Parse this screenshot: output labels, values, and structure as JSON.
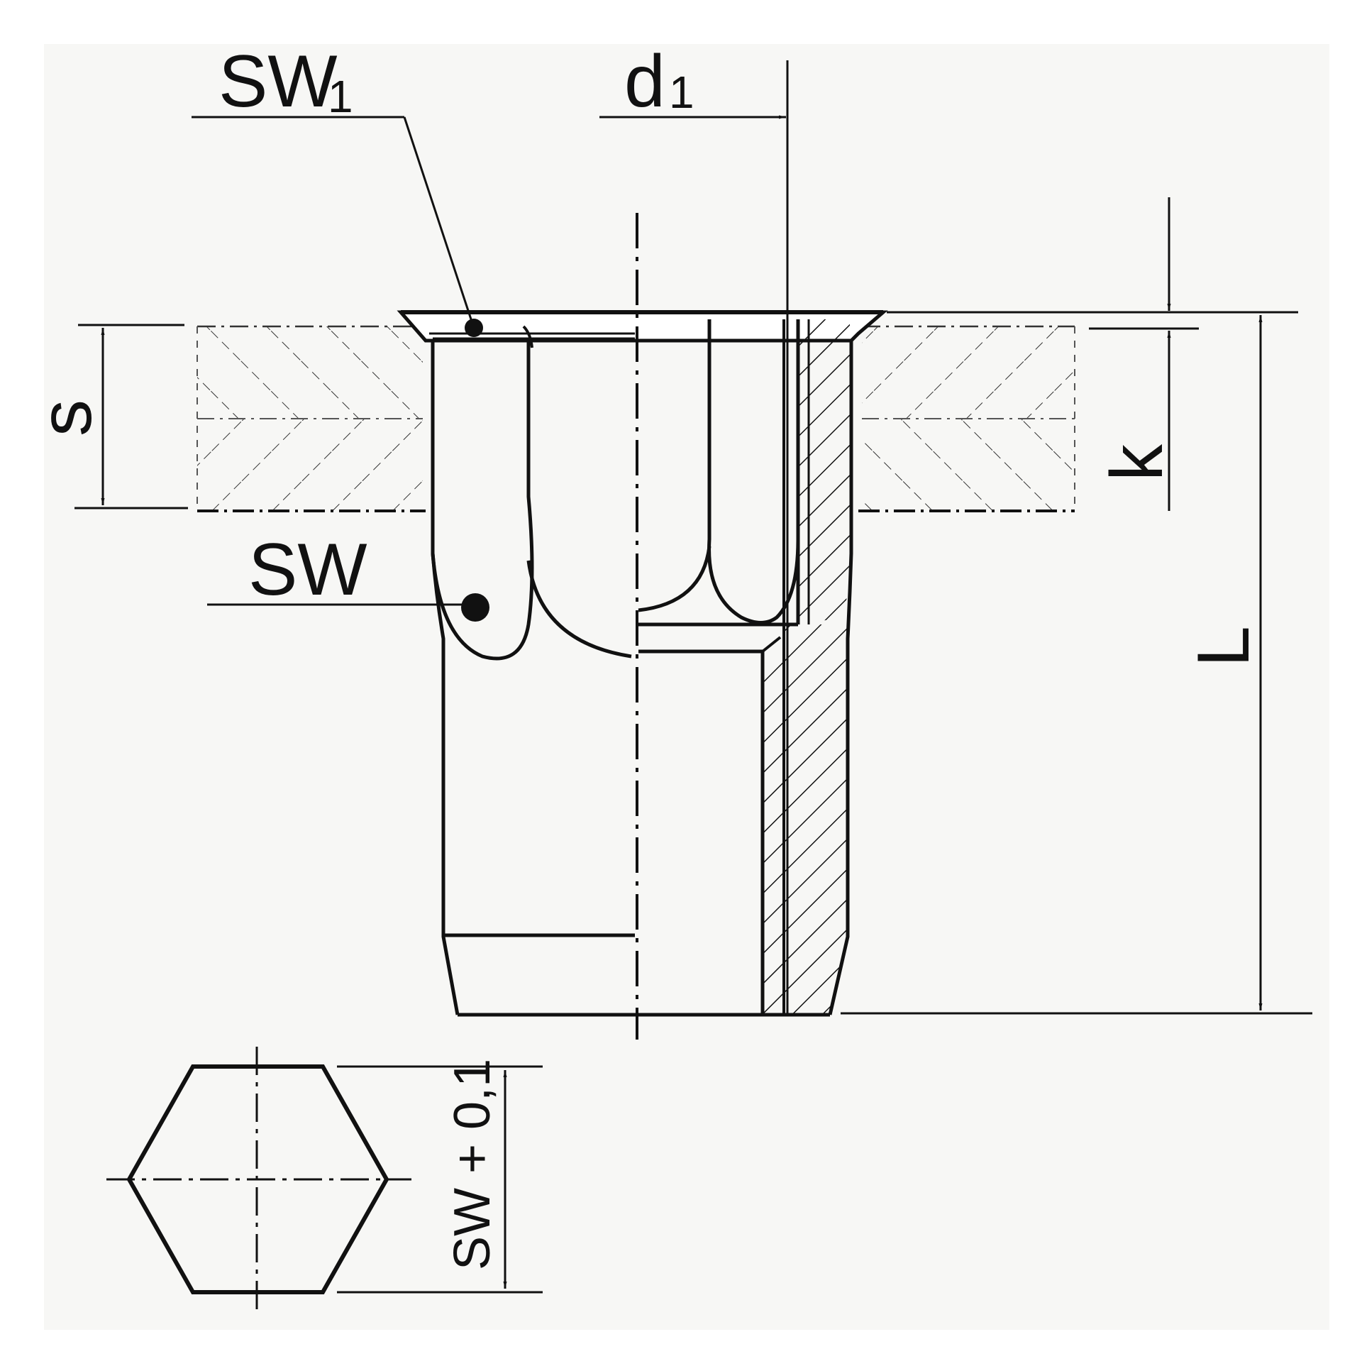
{
  "labels": {
    "sw1_main": "SW",
    "sw1_sub": "1",
    "d1_main": "d",
    "d1_sub": "1",
    "s": "s",
    "k": "k",
    "sw": "SW",
    "l": "L",
    "hex_width": "SW + 0,1"
  },
  "colors": {
    "background": "#ffffff",
    "panel": "#f7f7f5",
    "line": "#111111"
  }
}
